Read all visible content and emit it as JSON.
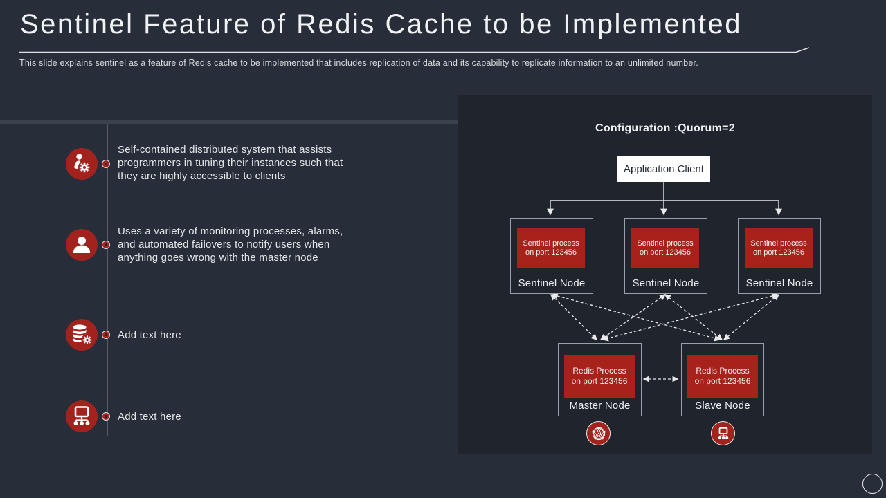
{
  "slide": {
    "title": "Sentinel Feature of Redis Cache to be Implemented",
    "subtitle": "This slide explains sentinel as a feature of Redis cache to be implemented that includes replication of data and its capability to replicate information to an unlimited number."
  },
  "bullets": [
    {
      "icon": "person-gear-icon",
      "text": "Self-contained distributed system that assists programmers in tuning their instances such that they are highly accessible to clients"
    },
    {
      "icon": "user-icon",
      "text": "Uses a variety of monitoring processes, alarms, and automated failovers to notify users when anything goes wrong with the master node"
    },
    {
      "icon": "database-gear-icon",
      "text": "Add text here"
    },
    {
      "icon": "sitemap-icon",
      "text": "Add text here"
    }
  ],
  "diagram": {
    "title": "Configuration :Quorum=2",
    "application_client": "Application Client",
    "sentinel_nodes": [
      {
        "process": "Sentinel process on port 123456",
        "label": "Sentinel Node"
      },
      {
        "process": "Sentinel process on port 123456",
        "label": "Sentinel Node"
      },
      {
        "process": "Sentinel process on port 123456",
        "label": "Sentinel Node"
      }
    ],
    "master_node": {
      "process": "Redis Process on port 123456",
      "label": "Master Node",
      "icon": "network-globe-icon"
    },
    "slave_node": {
      "process": "Redis Process on port 123456",
      "label": "Slave Node",
      "icon": "sitemap-icon"
    }
  },
  "colors": {
    "slide_bg": "#272e3a",
    "panel_bg": "#1f242d",
    "accent_red": "#a2231d",
    "process_box_red": "#a8221c",
    "text_white": "#eef0f2"
  }
}
